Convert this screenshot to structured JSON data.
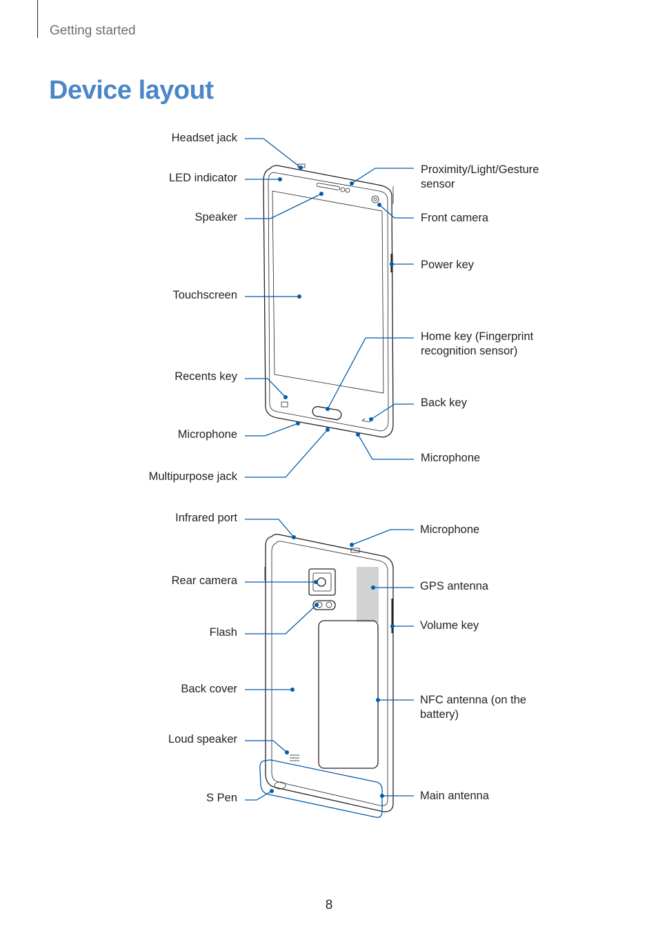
{
  "header": {
    "section": "Getting started"
  },
  "page": {
    "title": "Device layout",
    "number": "8"
  },
  "front_labels": {
    "headset_jack": "Headset jack",
    "led_indicator": "LED indicator",
    "speaker": "Speaker",
    "touchscreen": "Touchscreen",
    "recents_key": "Recents key",
    "microphone_bottom": "Microphone",
    "multipurpose_jack": "Multipurpose jack",
    "proximity_sensor_line1": "Proximity/Light/Gesture",
    "proximity_sensor_line2": "sensor",
    "front_camera": "Front camera",
    "power_key": "Power key",
    "home_key_line1": "Home key (Fingerprint",
    "home_key_line2": "recognition sensor)",
    "back_key": "Back key",
    "microphone_right": "Microphone"
  },
  "back_labels": {
    "infrared_port": "Infrared port",
    "rear_camera": "Rear camera",
    "flash": "Flash",
    "back_cover": "Back cover",
    "loud_speaker": "Loud speaker",
    "s_pen": "S Pen",
    "microphone_top": "Microphone",
    "gps_antenna": "GPS antenna",
    "volume_key": "Volume key",
    "nfc_antenna_line1": "NFC antenna (on the",
    "nfc_antenna_line2": "battery)",
    "main_antenna": "Main antenna"
  }
}
